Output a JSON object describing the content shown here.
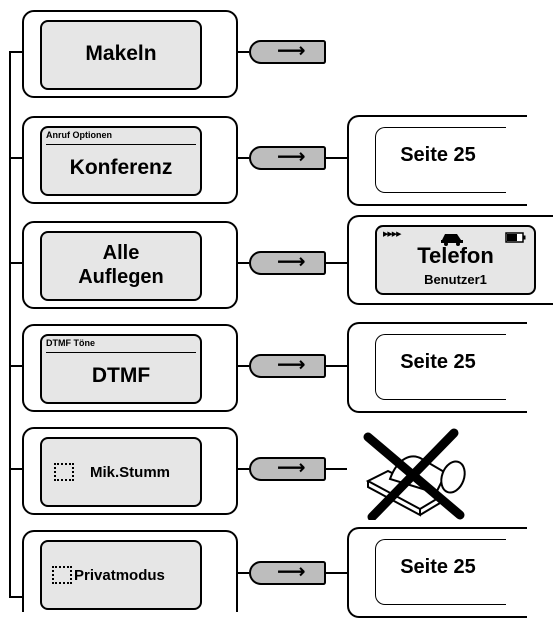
{
  "buttons": {
    "makeln": "Makeln",
    "konferenz_header": "Anruf Optionen",
    "konferenz": "Konferenz",
    "alle_line1": "Alle",
    "alle_line2": "Auflegen",
    "dtmf_header": "DTMF Töne",
    "dtmf": "DTMF",
    "mikstumm": "Mik.Stumm",
    "privatmodus": "Privatmodus"
  },
  "arrow": "⟶",
  "results": {
    "page_ref": "Seite 25",
    "phone_title": "Telefon",
    "phone_user": "Benutzer1",
    "signal": "▶▶▶▶"
  }
}
